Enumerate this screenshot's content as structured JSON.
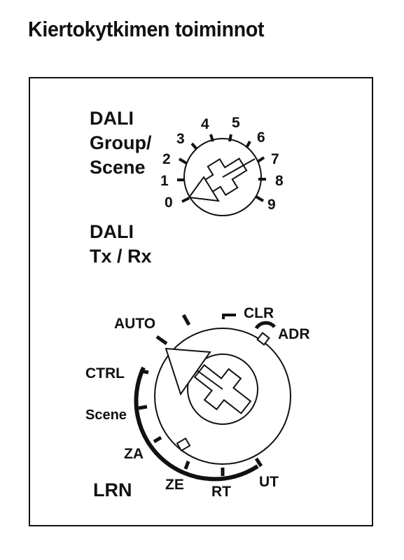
{
  "title": "Kiertokytkimen toiminnot",
  "dali_group_scene": {
    "line1": "DALI",
    "line2": "Group/",
    "line3": "Scene"
  },
  "dial_numbers": [
    "0",
    "1",
    "2",
    "3",
    "4",
    "5",
    "6",
    "7",
    "8",
    "9"
  ],
  "dali_txrx": {
    "line1": "DALI",
    "line2": "Tx / Rx"
  },
  "mode_labels": {
    "auto": "AUTO",
    "clr": "CLR",
    "adr": "ADR",
    "ctrl": "CTRL",
    "scene": "Scene",
    "za": "ZA",
    "ze": "ZE",
    "rt": "RT",
    "ut": "UT",
    "lrn": "LRN"
  },
  "colors": {
    "ink": "#111111",
    "background": "#ffffff"
  }
}
